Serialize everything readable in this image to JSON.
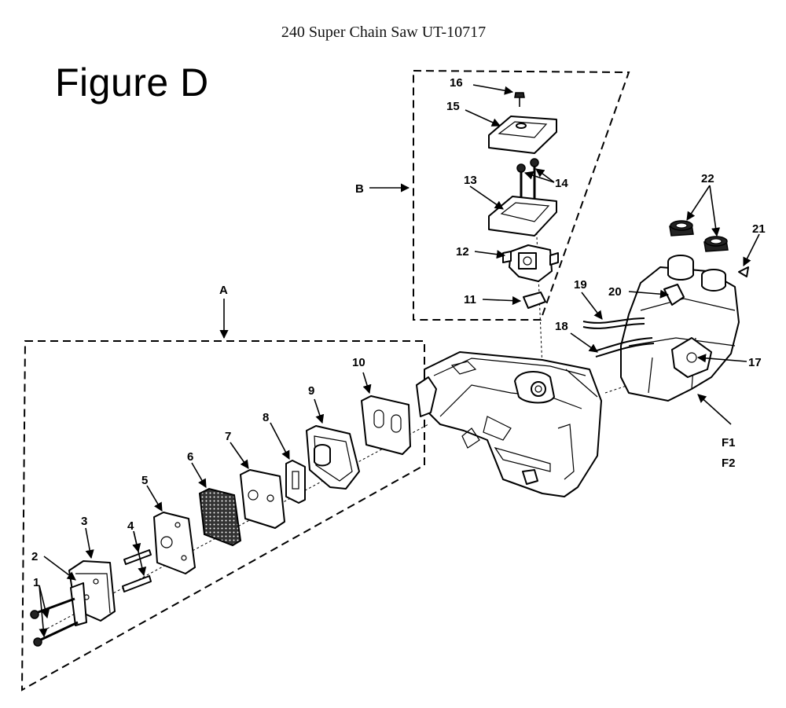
{
  "header": {
    "title": "240 Super Chain Saw UT-10717"
  },
  "figure": {
    "label": "Figure D"
  },
  "groups": {
    "a": "A",
    "b": "B",
    "f1": "F1",
    "f2": "F2"
  },
  "callouts": {
    "p1": "1",
    "p2": "2",
    "p3": "3",
    "p4": "4",
    "p5": "5",
    "p6": "6",
    "p7": "7",
    "p8": "8",
    "p9": "9",
    "p10": "10",
    "p11": "11",
    "p12": "12",
    "p13": "13",
    "p14": "14",
    "p15": "15",
    "p16": "16",
    "p17": "17",
    "p18": "18",
    "p19": "19",
    "p20": "20",
    "p21": "21",
    "p22": "22"
  }
}
